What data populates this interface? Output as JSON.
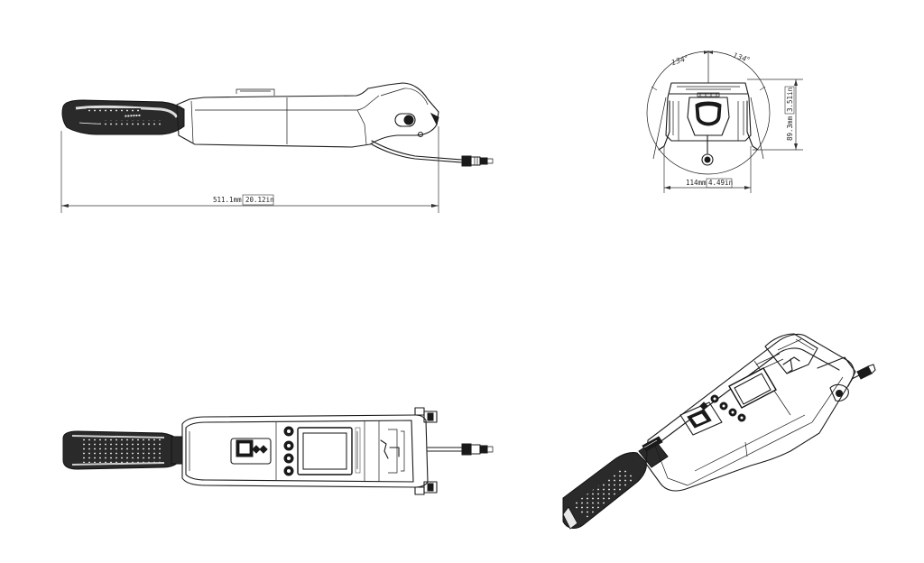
{
  "side_view": {
    "length_mm": "511.1mm",
    "length_in": "20.12in"
  },
  "front_view": {
    "angle_left": "134°",
    "angle_right": "134°",
    "width_mm": "114mm",
    "width_in": "4.49in",
    "height_mm": "89.3mm",
    "height_in": "3.51in"
  }
}
